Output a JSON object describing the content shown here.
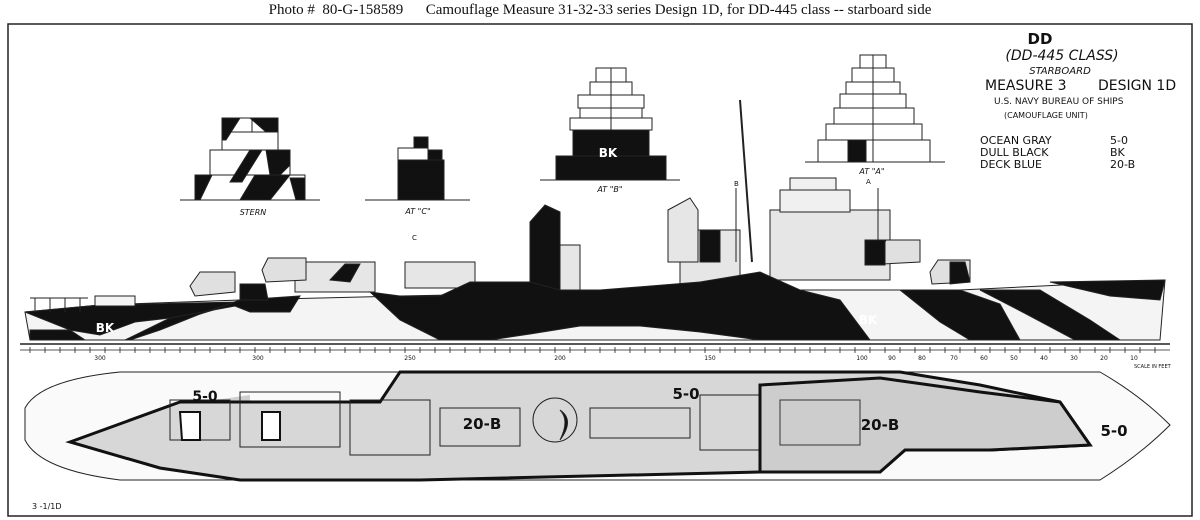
{
  "caption": "Photo #  80-G-158589      Camouflage Measure 31-32-33 series Design 1D, for DD-445 class -- starboard side",
  "title_block": {
    "type": "DD",
    "class": "(DD-445 CLASS)",
    "side": "STARBOARD",
    "measure": "MEASURE 3",
    "design": "DESIGN 1D",
    "agency": "U.S. NAVY    BUREAU OF SHIPS",
    "unit": "(CAMOUFLAGE UNIT)"
  },
  "legend": [
    {
      "name": "OCEAN  GRAY",
      "code": "5-0",
      "color": "#d9d9d9"
    },
    {
      "name": "DULL  BLACK",
      "code": "BK",
      "color": "#111111"
    },
    {
      "name": "DECK  BLUE",
      "code": "20-B",
      "color": "#c4c4c4"
    }
  ],
  "section_views": [
    {
      "label": "STERN"
    },
    {
      "label": "AT \"C\""
    },
    {
      "label": "AT \"B\"",
      "mark": "BK"
    },
    {
      "label": "AT \"A\""
    }
  ],
  "profile_marks": {
    "a": "A",
    "b": "B",
    "c": "C",
    "bk_aft": "BK",
    "bk_fwd": "BK"
  },
  "frame_numbers": [
    "300",
    "300",
    "250",
    "200",
    "150",
    "100",
    "90",
    "80",
    "70",
    "60",
    "50",
    "40",
    "30",
    "20",
    "10"
  ],
  "scale_label": "SCALE IN FEET",
  "deck_labels": {
    "aft_gray": "5-0",
    "aft_blue": "20-B",
    "mid_gray": "5-0",
    "fwd_blue": "20-B",
    "bow_gray": "5-0"
  },
  "drawing_number": "3 -1/1D",
  "colors": {
    "paper": "#ffffff",
    "ink": "#111111",
    "gray": "#d9d9d9",
    "deck_blue": "#c4c4c4"
  }
}
